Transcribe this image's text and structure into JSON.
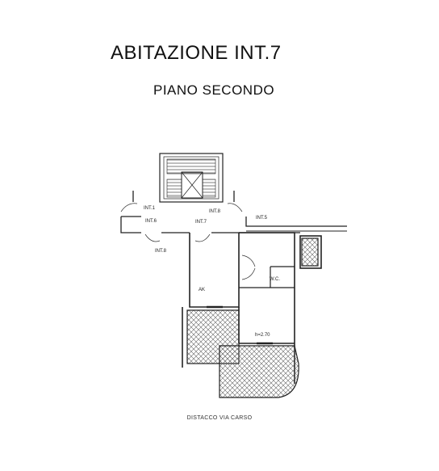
{
  "header": {
    "title": "ABITAZIONE INT.7",
    "subtitle": "PIANO SECONDO"
  },
  "plan": {
    "labels": {
      "int1": "INT.1",
      "int5": "INT.5",
      "int6": "INT.6",
      "int7": "INT.7",
      "int8": "INT.8",
      "int8b": "INT.8",
      "ak": "AK",
      "wc": "W.C.",
      "height": "h=2.70"
    }
  },
  "footer": {
    "caption": "DISTACCO VIA CARSO"
  },
  "colors": {
    "line": "#222222",
    "hatch": "#555555"
  }
}
